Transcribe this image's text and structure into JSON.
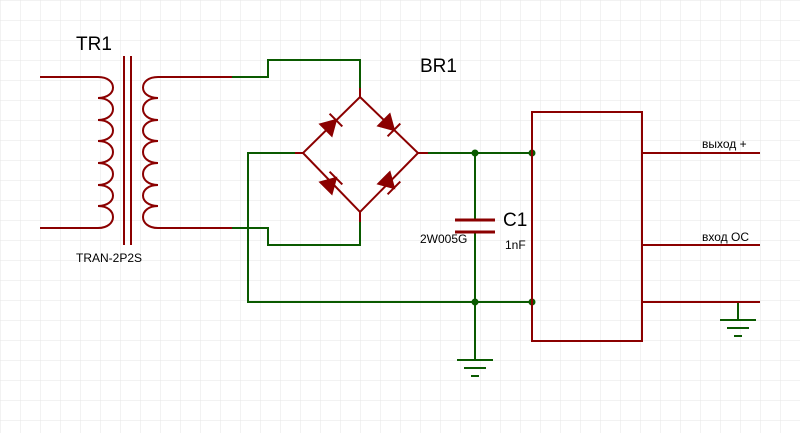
{
  "colors": {
    "background": "#ffffff",
    "grid": "#e6e6e6",
    "wire": "#0a5a00",
    "component": "#8b0000",
    "junction": "#0a5a00",
    "text": "#000000"
  },
  "transformer": {
    "reference": "TR1",
    "value": "TRAN-2P2S"
  },
  "bridge_rectifier": {
    "reference": "BR1",
    "value": "2W005G"
  },
  "capacitor": {
    "reference": "C1",
    "value": "1nF"
  },
  "terminals": {
    "output_plus": "выход +",
    "feedback": "вход ОС"
  },
  "icons": [
    "ground-icon",
    "diode-icon",
    "transformer-coil-icon"
  ]
}
